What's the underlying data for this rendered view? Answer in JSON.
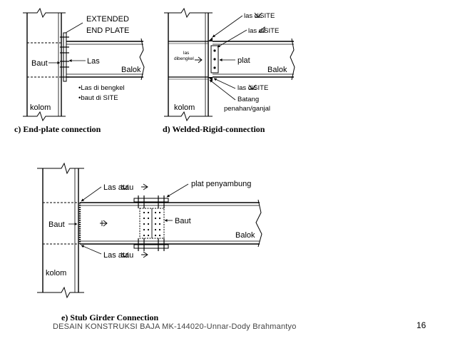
{
  "diagram_c": {
    "caption": "c) End-plate connection",
    "extended": "EXTENDED",
    "end_plate": "END PLATE",
    "baut": "Baut",
    "las": "Las",
    "balok": "Balok",
    "las_bengkel": "•Las di bengkel",
    "baut_site": "•baut di SITE",
    "kolom": "kolom"
  },
  "diagram_d": {
    "caption": "d) Welded-Rigid-connection",
    "las_site_top": "las     diSITE",
    "las_site_mid": "las     diSITE",
    "las": "las",
    "dibengkel": "dibengkel",
    "plat": "plat",
    "balok": "Balok",
    "las_site_bot": "las     diSITE",
    "batang": "Batang",
    "penahan": "penahan/ganjal",
    "kolom": "kolom"
  },
  "diagram_e": {
    "caption": "e) Stub Girder Connection",
    "las_atau_top": "Las     atau",
    "plat_penyambung": "plat penyambung",
    "baut_left": "Baut",
    "baut_right": "Baut",
    "balok": "Balok",
    "las_atau_bot": "Las     atau",
    "kolom": "kolom"
  },
  "footer": {
    "text": "DESAIN  KONSTRUKSI  BAJA  MK-144020-Unnar-Dody Brahmantyo",
    "page_number": "16"
  }
}
